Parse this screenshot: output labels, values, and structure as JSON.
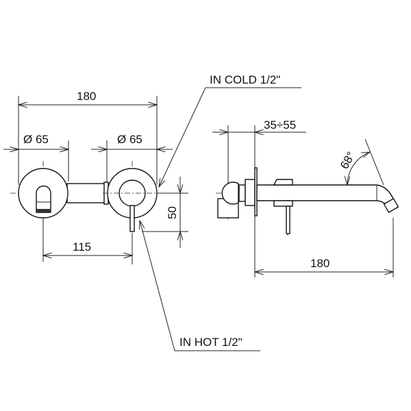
{
  "front_view": {
    "overall_width": "180",
    "left_diameter": "Ø  65",
    "right_diameter": "Ø  65",
    "center_distance": "115",
    "lever_offset": "50"
  },
  "side_view": {
    "wall_depth": "35÷55",
    "spout_projection": "180",
    "spout_angle": "68°"
  },
  "callouts": {
    "cold": "IN COLD 1/2\"",
    "hot": "IN HOT 1/2\""
  }
}
